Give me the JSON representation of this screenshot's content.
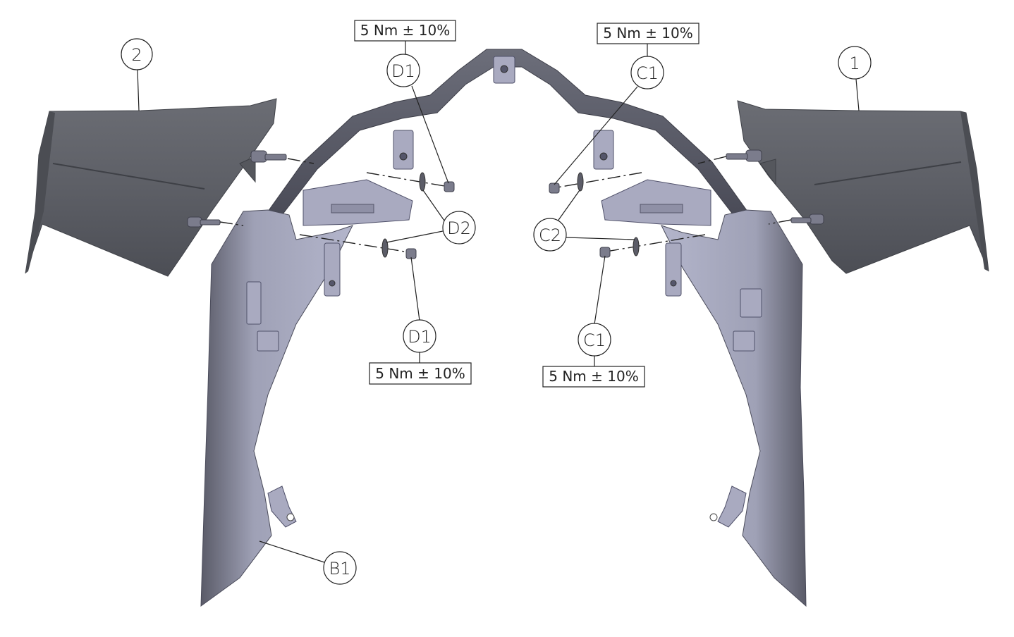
{
  "diagram": {
    "type": "exploded-assembly",
    "subject": "front fairing with side winglets",
    "colors": {
      "winglet": "#5f6168",
      "fairing": "#a5a7bd",
      "fairing_dark": "#4e505c",
      "line": "#222222"
    }
  },
  "parts": [
    {
      "id": "2",
      "label": "2",
      "description": "left winglet"
    },
    {
      "id": "1",
      "label": "1",
      "description": "right winglet"
    },
    {
      "id": "B1",
      "label": "B1",
      "description": "left fairing side panel"
    }
  ],
  "callouts": {
    "part_2": "2",
    "part_1": "1",
    "d1_top": "D1",
    "d1_bottom": "D1",
    "d2": "D2",
    "c1_top": "C1",
    "c1_bottom": "C1",
    "c2": "C2",
    "b1": "B1"
  },
  "torque": {
    "d1_top": "5 Nm ± 10%",
    "d1_bottom": "5 Nm ± 10%",
    "c1_top": "5 Nm ± 10%",
    "c1_bottom": "5 Nm ± 10%"
  }
}
